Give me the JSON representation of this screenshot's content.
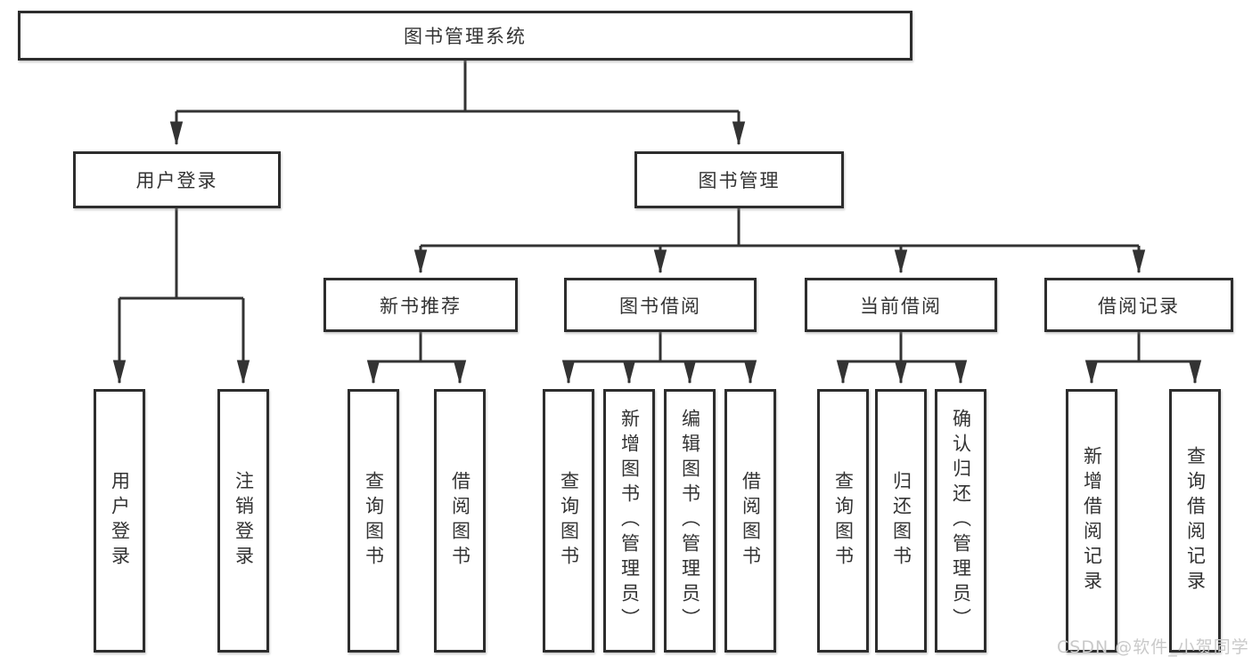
{
  "tree": {
    "root": {
      "label": "图书管理系统"
    },
    "branches": [
      {
        "label": "用户登录",
        "children": [
          {
            "label": "用户登录"
          },
          {
            "label": "注销登录"
          }
        ]
      },
      {
        "label": "图书管理",
        "groups": [
          {
            "label": "新书推荐",
            "children": [
              {
                "label": "查询图书"
              },
              {
                "label": "借阅图书"
              }
            ]
          },
          {
            "label": "图书借阅",
            "children": [
              {
                "label": "查询图书"
              },
              {
                "label": "新增图书（管理员）"
              },
              {
                "label": "编辑图书（管理员）"
              },
              {
                "label": "借阅图书"
              }
            ]
          },
          {
            "label": "当前借阅",
            "children": [
              {
                "label": "查询图书"
              },
              {
                "label": "归还图书"
              },
              {
                "label": "确认归还（管理员）"
              }
            ]
          },
          {
            "label": "借阅记录",
            "children": [
              {
                "label": "新增借阅记录"
              },
              {
                "label": "查询借阅记录"
              }
            ]
          }
        ]
      }
    ]
  },
  "watermark": {
    "text": "CSDN @软件_小贺同学"
  },
  "colors": {
    "line": "#333333",
    "border": "#2d2d2d",
    "text": "#333333",
    "watermark": "#c9c9c9",
    "bg": "#ffffff"
  }
}
